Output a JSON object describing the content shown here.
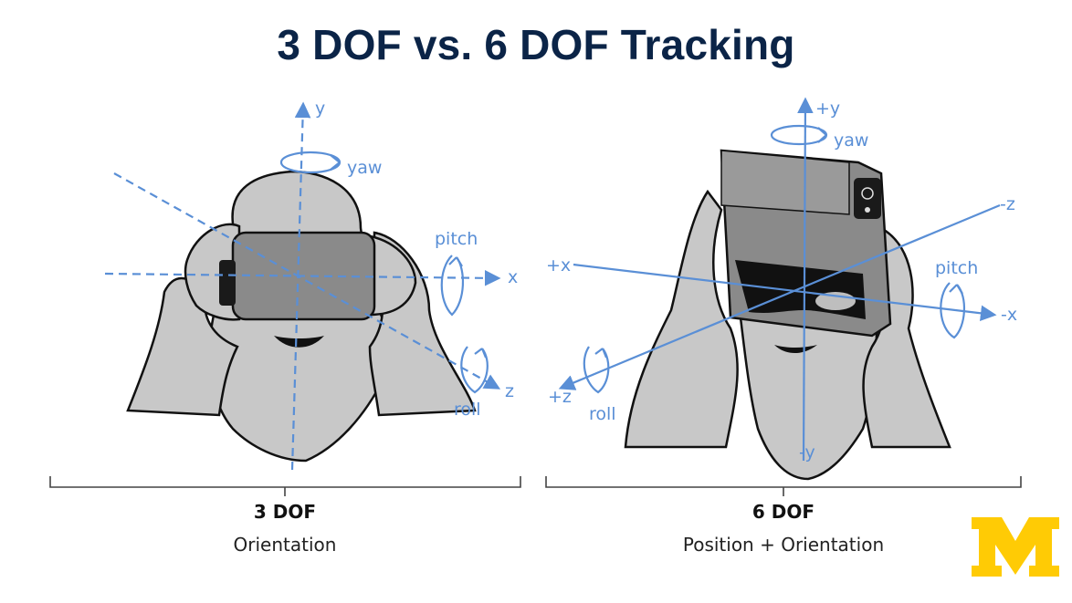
{
  "slide": {
    "title": "3 DOF vs. 6 DOF Tracking"
  },
  "left_panel": {
    "heading": "3 DOF",
    "subheading": "Orientation",
    "labels": {
      "y": "y",
      "x": "x",
      "z": "z",
      "yaw": "yaw",
      "pitch": "pitch",
      "roll": "roll"
    }
  },
  "right_panel": {
    "heading": "6 DOF",
    "subheading": "Position + Orientation",
    "labels": {
      "pos_y": "+y",
      "neg_y": "-y",
      "pos_x": "+x",
      "neg_x": "-x",
      "pos_z": "+z",
      "neg_z": "-z",
      "yaw": "yaw",
      "pitch": "pitch",
      "roll": "roll"
    }
  },
  "colors": {
    "title": "#0b2447",
    "axis": "#5a8fd6",
    "head_fill": "#c8c8c8",
    "headset": "#8a8a8a",
    "logo": "#ffcb05"
  },
  "logo": {
    "letter": "M",
    "icon": "university-block-m-logo"
  }
}
